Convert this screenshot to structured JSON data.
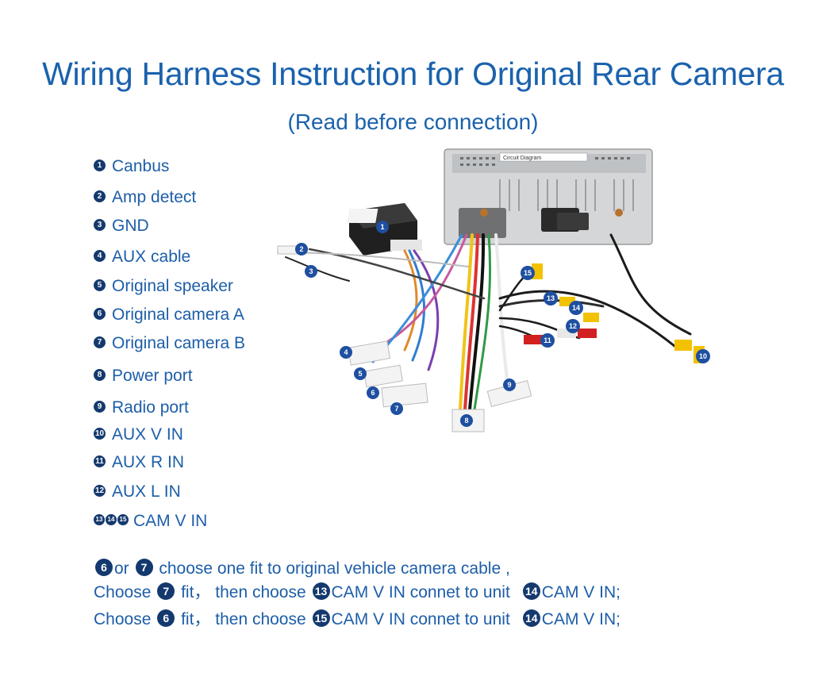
{
  "title": "Wiring Harness Instruction for Original Rear Camera",
  "subtitle": "(Read before connection)",
  "legend": [
    {
      "num": "1",
      "label": "Canbus"
    },
    {
      "num": "2",
      "label": "Amp detect"
    },
    {
      "num": "3",
      "label": "GND"
    },
    {
      "num": "4",
      "label": "AUX cable"
    },
    {
      "num": "5",
      "label": "Original speaker"
    },
    {
      "num": "6",
      "label": "Original camera A"
    },
    {
      "num": "7",
      "label": "Original camera B"
    },
    {
      "num": "8",
      "label": "Power port"
    },
    {
      "num": "9",
      "label": "Radio port"
    },
    {
      "num": "10",
      "label": "AUX V IN"
    },
    {
      "num": "11",
      "label": "AUX R IN"
    },
    {
      "num": "12",
      "label": "AUX L IN"
    },
    {
      "nums": [
        "13",
        "14",
        "15"
      ],
      "label": "CAM V IN"
    }
  ],
  "diagram": {
    "unit_label": "Circuit Diagram",
    "markers": [
      "1",
      "2",
      "3",
      "4",
      "5",
      "6",
      "7",
      "8",
      "9",
      "10",
      "11",
      "12",
      "13",
      "14",
      "15"
    ]
  },
  "notes": {
    "line1": {
      "n1": "6",
      "or": "or",
      "n2": "7",
      "text": "choose one fit to original vehicle camera cable ,"
    },
    "line2": {
      "choose": "Choose",
      "n1": "7",
      "fit": "fit， then choose",
      "n2": "13",
      "mid": "CAM V IN connet to unit",
      "n3": "14",
      "end": "CAM V IN;"
    },
    "line3": {
      "choose": "Choose",
      "n1": "6",
      "fit": "fit， then choose",
      "n2": "15",
      "mid": "CAM V IN connet to unit",
      "n3": "14",
      "end": "CAM V IN;"
    }
  },
  "colors": {
    "text": "#1d5ea8",
    "title": "#1a62ad",
    "badge": "#14396e"
  }
}
